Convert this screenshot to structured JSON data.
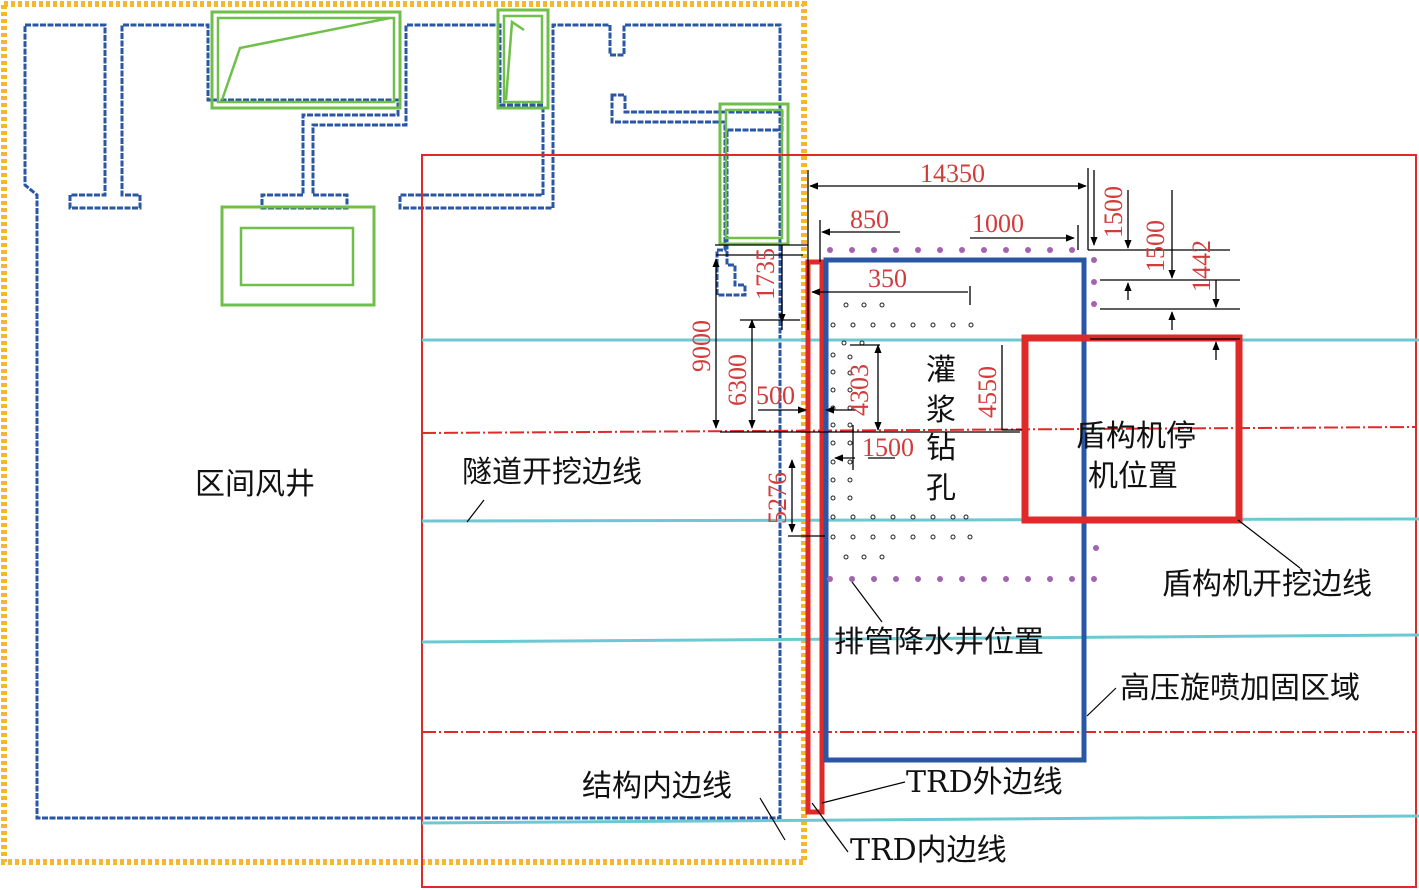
{
  "labels": {
    "shaft": "区间风井",
    "tunnel_edge": "隧道开挖边线",
    "grout_1": "灌",
    "grout_2": "浆",
    "grout_3": "钻",
    "grout_4": "孔",
    "shield_stop_1": "盾构机停",
    "shield_stop_2": "机位置",
    "shield_edge": "盾构机开挖边线",
    "wells": "排管降水井位置",
    "jet_grouting": "高压旋喷加固区域",
    "structure_inner": "结构内边线",
    "trd_outer": "TRD外边线",
    "trd_inner": "TRD内边线"
  },
  "dimensions": {
    "d14350": "14350",
    "d850": "850",
    "d1000": "1000",
    "d1500a": "1500",
    "d1500b": "1500",
    "d1442": "1442",
    "d1735": "1735",
    "d350": "350",
    "d9000": "9000",
    "d6300": "6300",
    "d500": "500",
    "d4303": "4303",
    "d4550": "4550",
    "d1500c": "1500",
    "d5276": "5276"
  },
  "colors": {
    "shaft_outline": "#f5b731",
    "structure": "#2a56a6",
    "green": "#6fbf4a",
    "red": "#e02a2a",
    "cyan": "#6cc9d2",
    "blue_box": "#2a56a6",
    "purple_dots": "#a363b0",
    "dim_text": "#d33b3b"
  }
}
